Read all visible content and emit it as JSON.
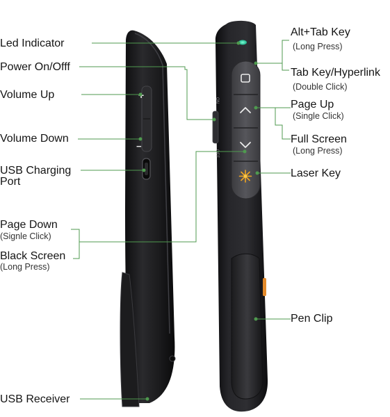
{
  "colors": {
    "leader": "#4f9a4f",
    "led": "#30d6a0",
    "laser": "#f0a020",
    "body": "#1b1b1d",
    "button": "#4b4b4f"
  },
  "icons": {
    "switch": "square-icon",
    "page_up": "chevron-up-icon",
    "page_down": "chevron-down-icon",
    "laser": "laser-star-icon"
  },
  "callouts": {
    "led": {
      "title": "Led Indicator"
    },
    "power": {
      "title": "Power On/Offf"
    },
    "vol_up": {
      "title": "Volume Up"
    },
    "vol_down": {
      "title": "Volume Down"
    },
    "usb_port": {
      "line1": "USB Charging",
      "line2": "Port"
    },
    "page_down": {
      "title": "Page Down",
      "note": "(Signle Click)"
    },
    "black_screen": {
      "title": "Black Screen",
      "note": "(Long Press)"
    },
    "usb_receiver": {
      "title": "USB Receiver"
    },
    "alt_tab": {
      "title": "Alt+Tab Key",
      "note": "(Long Press)"
    },
    "tab_key": {
      "title": "Tab Key/Hyperlink",
      "note": "(Double Click)"
    },
    "page_up": {
      "title": "Page Up",
      "note": "(Single Click)"
    },
    "full_screen": {
      "title": "Full Screen",
      "note": "(Long Press)"
    },
    "laser": {
      "title": "Laser Key"
    },
    "pen_clip": {
      "title": "Pen Clip"
    }
  },
  "device": {
    "side_plus": "+",
    "side_minus": "−"
  }
}
